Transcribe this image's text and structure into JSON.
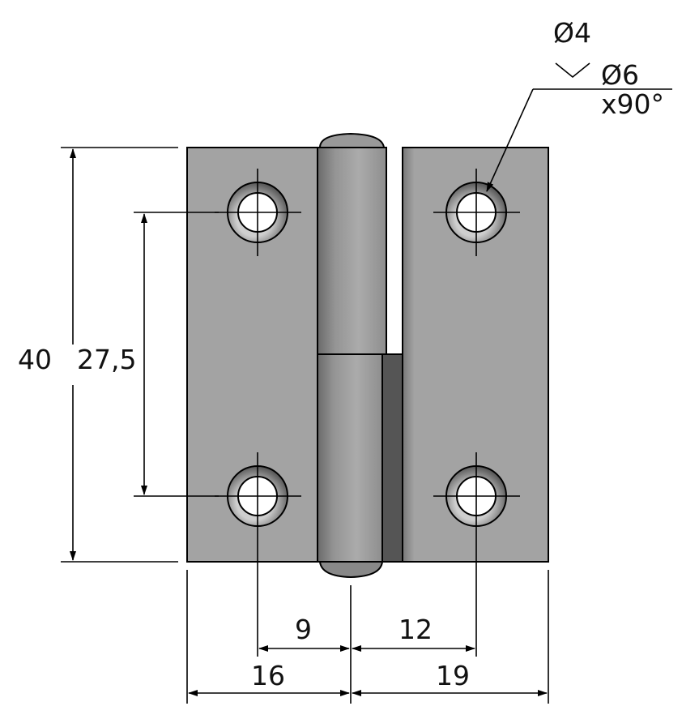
{
  "title": "Hinge technical drawing",
  "dimensions": {
    "height_total": "40",
    "hole_spacing_vertical": "27,5",
    "left_hole_to_axis": "9",
    "axis_to_right_hole": "12",
    "left_leaf_width": "16",
    "right_leaf_width": "19"
  },
  "hole_callout": {
    "hole_diameter": "Ø4",
    "countersink_diameter": "Ø6",
    "countersink_angle": "x90°"
  },
  "colors": {
    "plate": "#a3a3a3",
    "knuckle_dark": "#555555",
    "line": "#000000"
  }
}
